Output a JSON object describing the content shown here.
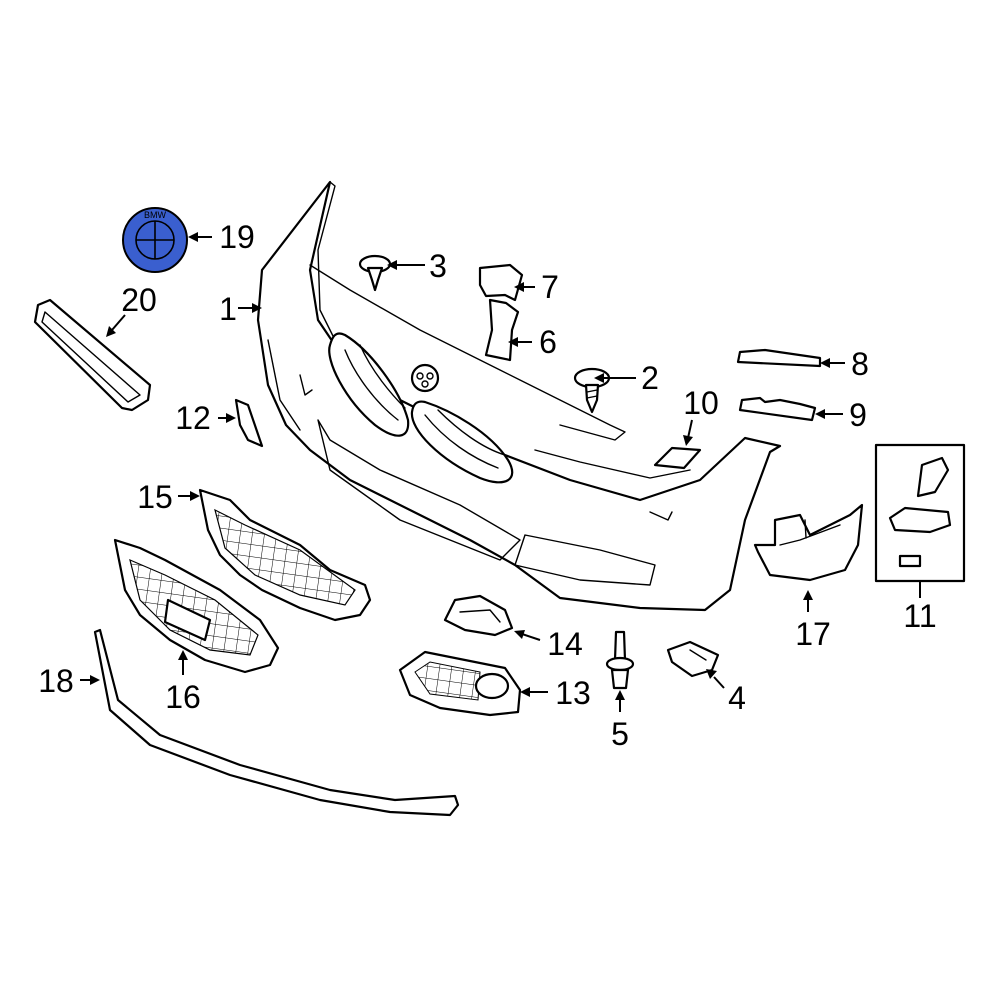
{
  "colors": {
    "line": "#000000",
    "background": "#ffffff",
    "highlight": "#3a5fcf"
  },
  "callouts": [
    "1",
    "2",
    "3",
    "4",
    "5",
    "6",
    "7",
    "8",
    "9",
    "10",
    "11",
    "12",
    "13",
    "14",
    "15",
    "16",
    "17",
    "18",
    "19",
    "20"
  ],
  "emblem": {
    "lettering": "BMW",
    "highlighted_part": "19"
  },
  "icons": [
    "emblem-icon",
    "screw-icon",
    "push-pin-icon",
    "clip-icon",
    "bracket-icon"
  ]
}
